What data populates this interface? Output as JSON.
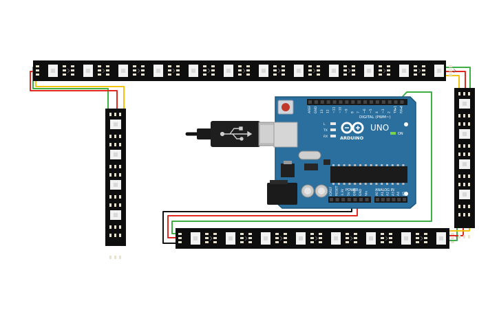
{
  "arduino": {
    "brand": "ARDUINO",
    "model": "UNO",
    "digital_label": "DIGITAL (PWM~)",
    "power_label": "POWER",
    "analog_label": "ANALOG IN",
    "on_label": "ON",
    "led_labels": [
      "L",
      "TX",
      "RX"
    ],
    "digital_pins": [
      "AREF",
      "GND",
      "13",
      "12",
      "~11",
      "~10",
      "~9",
      "8",
      "7",
      "~6",
      "~5",
      "4",
      "~3",
      "2",
      "TX▸1",
      "RX◂0"
    ],
    "power_pins": [
      "IOREF",
      "RESET",
      "3.3V",
      "5V",
      "GND",
      "GND",
      "Vin"
    ],
    "analog_pins": [
      "A0",
      "A1",
      "A2",
      "A3",
      "A4",
      "A5"
    ]
  },
  "colors": {
    "board": "#2a6f9e",
    "board_dark": "#1c557c",
    "strip": "#0e0e0e",
    "pad": "#e9e2cf",
    "led": "#f2f2f2",
    "wire_green": "#3cb043",
    "wire_red": "#e0281e",
    "wire_yellow": "#f2c40f",
    "wire_black": "#111111",
    "usb": "#b9b9b9"
  }
}
